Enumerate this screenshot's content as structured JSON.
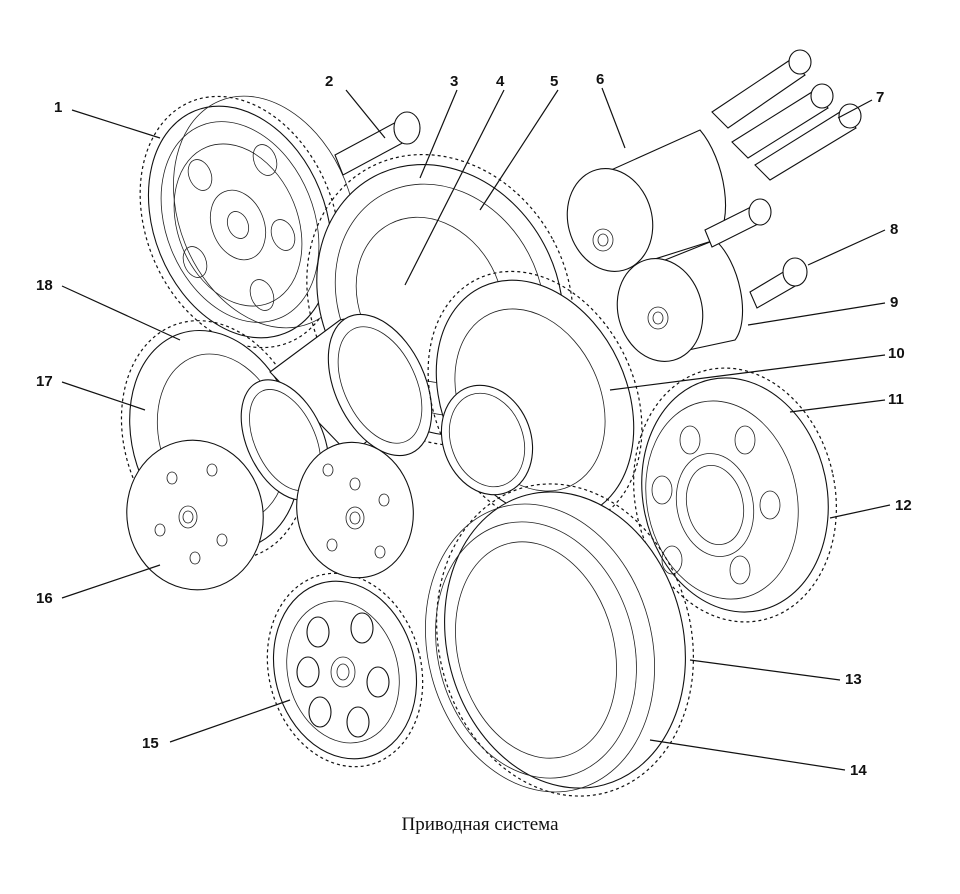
{
  "caption": "Приводная система",
  "callouts": [
    "1",
    "2",
    "3",
    "4",
    "5",
    "6",
    "7",
    "8",
    "9",
    "10",
    "11",
    "12",
    "13",
    "14",
    "15",
    "16",
    "17",
    "18"
  ]
}
